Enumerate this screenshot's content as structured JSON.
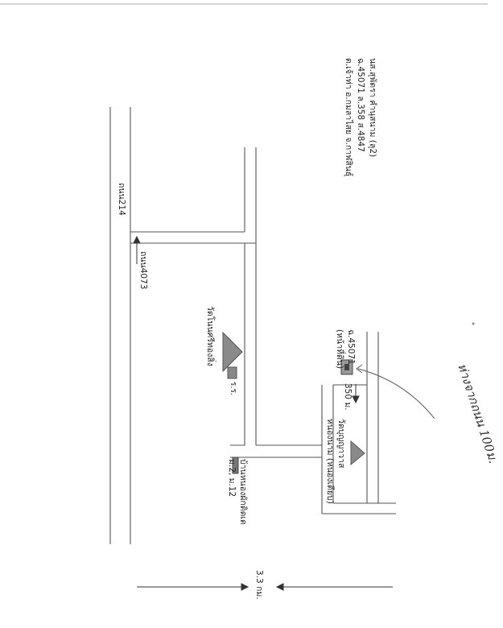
{
  "header": {
    "line1": "นส.สุพัตรา คำนุสนาม (ลุ2)",
    "line2": "ฉ.45071 ล.358 ส.4847",
    "line3": "ต.เจ้าท่า อ.กมลาไสย จ.กาฬสินธุ์"
  },
  "roads": {
    "highway_214": "ถนน214",
    "road_4073": "ถนน4073"
  },
  "landmarks": {
    "temple_1": "วัดโนนศรีทองสิ่ง",
    "school": "ร.ร.",
    "village": "บ้านหนองผักติดเต",
    "village_moo": "ม.2, ม.12",
    "temple_2": "วัดบุญญาวาส",
    "temple_2_sub": "หนองนาม (หนองเตียบ)",
    "plot_id": "ฉ.45071",
    "plot_sub": "(หน้าที่ดิน)"
  },
  "distances": {
    "to_plot": "350 ม.",
    "total": "3.3 กม."
  },
  "annotation": {
    "handwritten": "ห่างจากถนน 100ม."
  }
}
